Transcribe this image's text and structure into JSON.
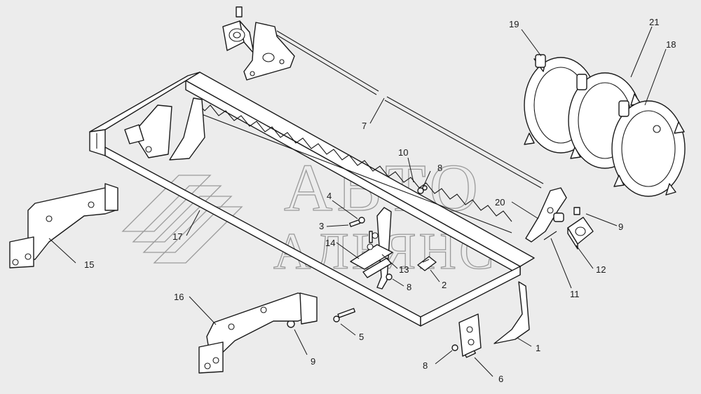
{
  "background": "#ececec",
  "line_color": "#1a1a1a",
  "watermark": {
    "line1": "АВТО",
    "line2": "АЛЬЯНС",
    "logo": "chevron-stripes-logo"
  },
  "callouts": {
    "c1": "1",
    "c2": "2",
    "c3": "3",
    "c4": "4",
    "c5": "5",
    "c6": "6",
    "c7": "7",
    "c8a": "8",
    "c8b": "8",
    "c8c": "8",
    "c9a": "9",
    "c9b": "9",
    "c10": "10",
    "c11": "11",
    "c12": "12",
    "c13": "13",
    "c14": "14",
    "c15": "15",
    "c16": "16",
    "c17": "17",
    "c18": "18",
    "c19": "19",
    "c20": "20",
    "c21": "21"
  }
}
